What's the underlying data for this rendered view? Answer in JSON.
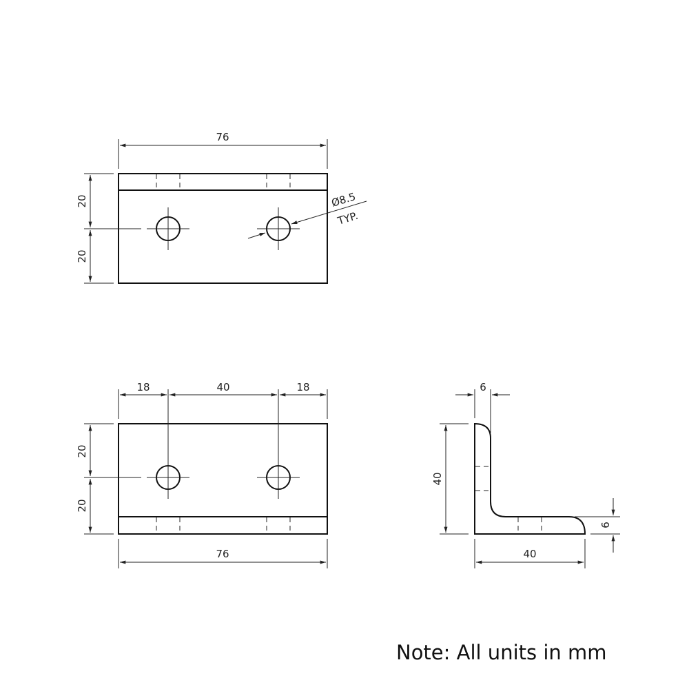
{
  "top_view": {
    "width_dim": "76",
    "upper_dim": "20",
    "lower_dim": "20",
    "hole_callout": "Ø8.5",
    "hole_callout_note": "TYP."
  },
  "front_view": {
    "left_offset_dim": "18",
    "hole_spacing_dim": "40",
    "right_offset_dim": "18",
    "upper_dim": "20",
    "lower_dim": "20",
    "width_dim": "76"
  },
  "side_view": {
    "thickness_top_dim": "6",
    "height_dim": "40",
    "thickness_side_dim": "6",
    "width_dim": "40"
  },
  "note": "Note: All units in mm"
}
